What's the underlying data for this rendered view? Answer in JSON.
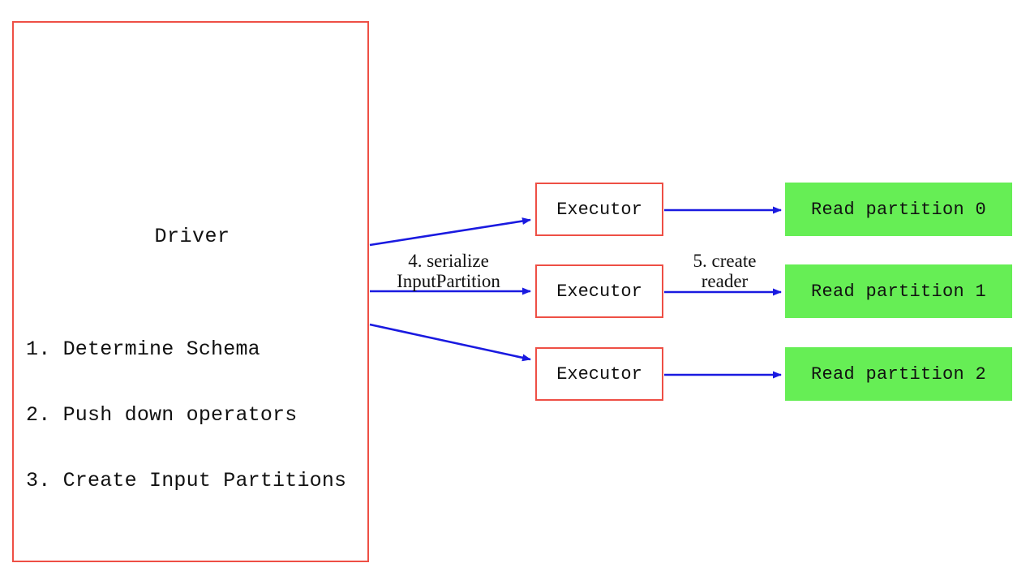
{
  "diagram": {
    "colors": {
      "box_border_red": "#ee4f45",
      "partition_green": "#66ee55",
      "arrow_blue": "#1a1ae0",
      "text_black": "#111111",
      "background": "#ffffff"
    },
    "driver": {
      "title": "Driver",
      "steps": [
        "1. Determine Schema",
        "2. Push down operators",
        "3. Create Input Partitions"
      ]
    },
    "executors": [
      {
        "label": "Executor"
      },
      {
        "label": "Executor"
      },
      {
        "label": "Executor"
      }
    ],
    "partitions": [
      {
        "label": "Read partition 0"
      },
      {
        "label": "Read partition 1"
      },
      {
        "label": "Read partition 2"
      }
    ],
    "edge_labels": {
      "serialize": {
        "line1": "4. serialize",
        "line2": "InputPartition"
      },
      "create_reader": {
        "line1": "5. create",
        "line2": "reader"
      }
    }
  }
}
